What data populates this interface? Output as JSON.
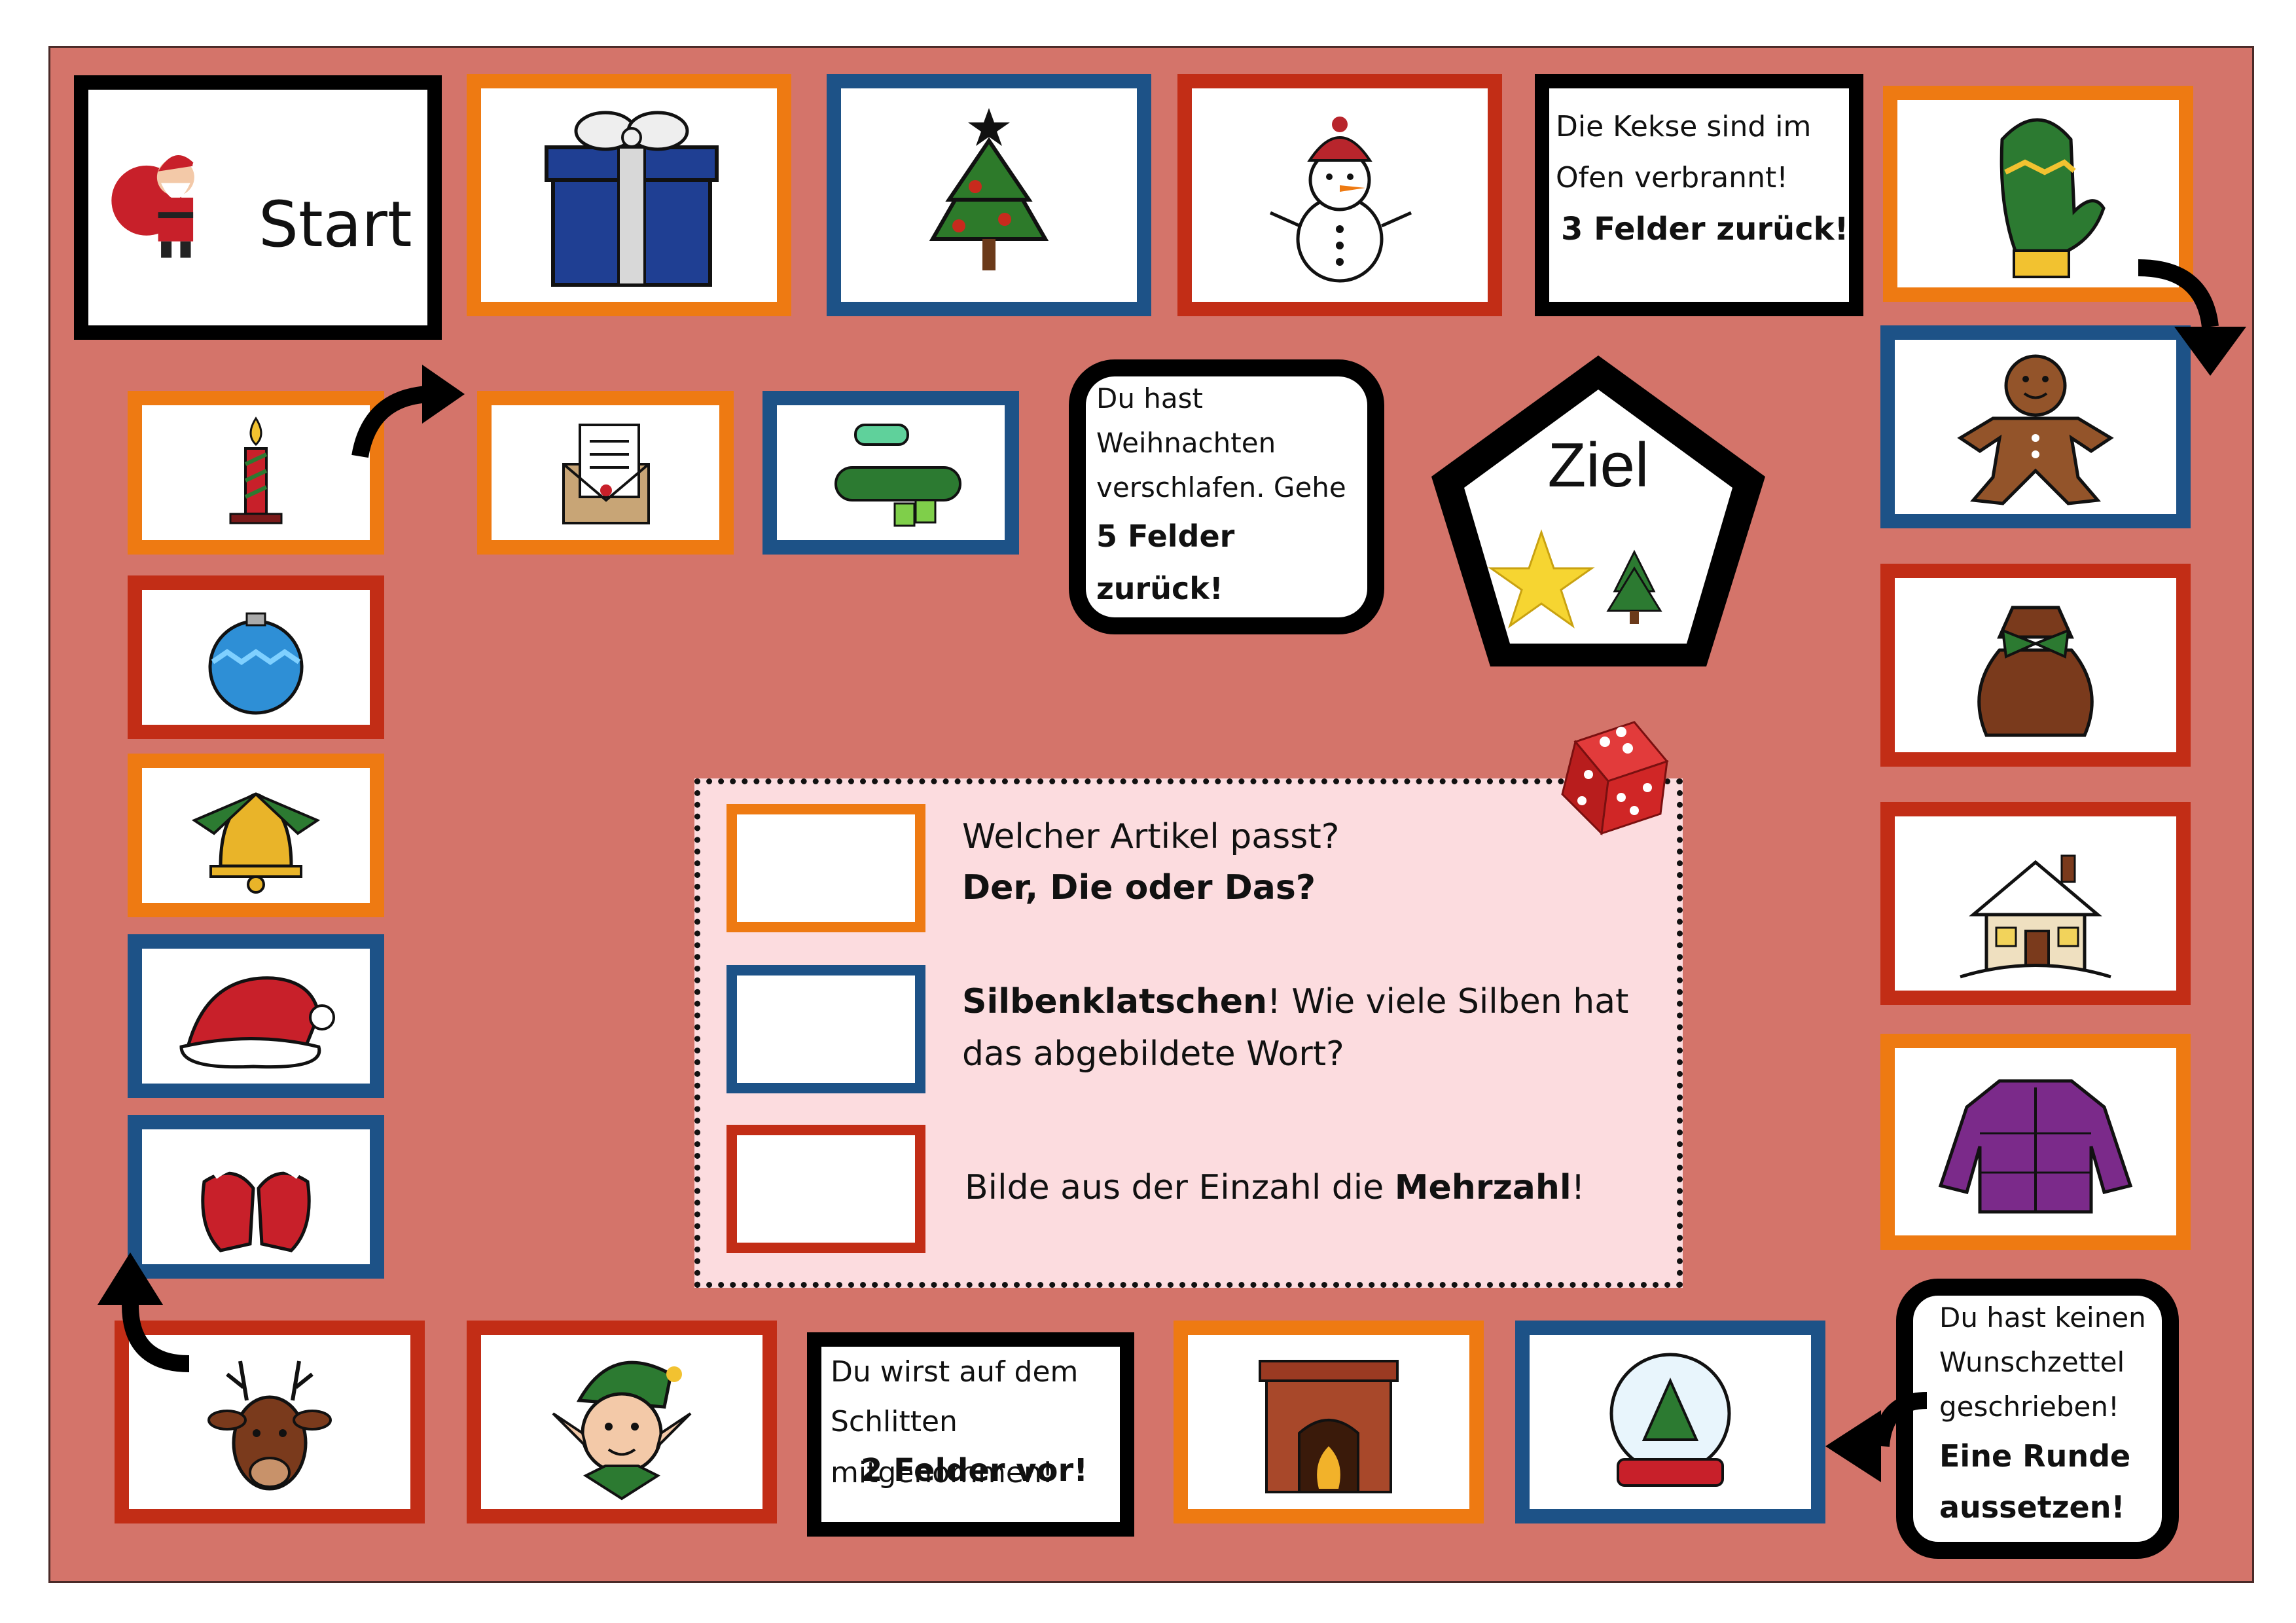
{
  "board": {
    "start_label": "Start",
    "goal_label": "Ziel",
    "penalty_oven": {
      "line1": "Die Kekse sind im Ofen",
      "line2": "verbrannt!",
      "line3": "3  Felder zurück!"
    },
    "penalty_overslept": {
      "line1": "Du hast",
      "line2": "Weihnachten",
      "line3": "verschlafen. Gehe",
      "line4": "5  Felder zurück!"
    },
    "bonus_sled": {
      "line1": "Du wirst auf dem",
      "line2": "Schlitten mitgenommen!",
      "line3": "2  Felder vor!"
    },
    "penalty_wishlist": {
      "line1": "Du hast keinen",
      "line2": "Wunschzettel",
      "line3": "geschrieben!",
      "line4": "Eine Runde",
      "line5": "aussetzen!"
    }
  },
  "rules": {
    "orange": {
      "line1": "Welcher Artikel passt?",
      "line2": "Der, Die oder Das?"
    },
    "blue": {
      "bold": "Silbenklatschen",
      "rest1": "! Wie viele Silben hat",
      "line2": "das abgebildete Wort?"
    },
    "red": {
      "plain": "Bilde aus der Einzahl die ",
      "bold": "Mehrzahl",
      "end": "!"
    }
  },
  "colors": {
    "board": "#d4746a",
    "orange": "#ee7a12",
    "blue": "#1d5287",
    "red": "#c22d16",
    "rules_bg": "#fcdcdf"
  }
}
